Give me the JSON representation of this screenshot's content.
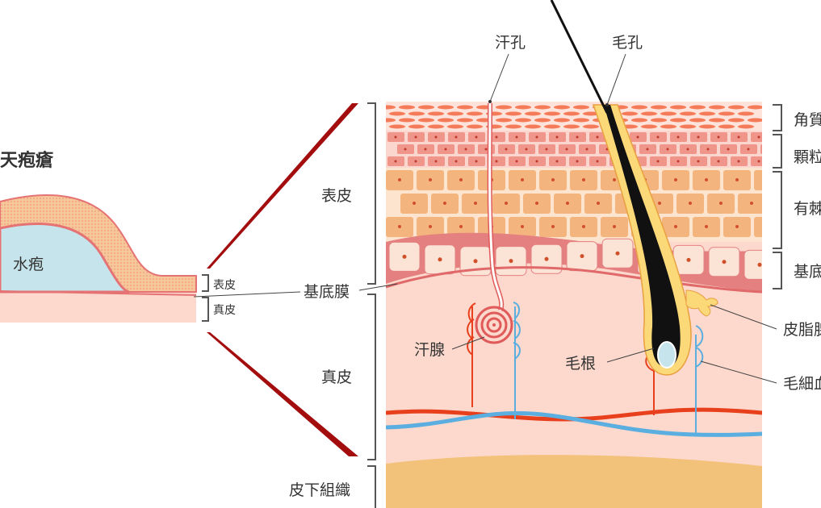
{
  "title": "天疱瘡",
  "overview": {
    "blister_label": "水疱",
    "epidermis_label": "表皮",
    "dermis_label": "真皮"
  },
  "detail": {
    "left_labels": {
      "epidermis": "表皮",
      "basement_membrane": "基底膜",
      "dermis": "真皮",
      "subcutaneous": "皮下組織"
    },
    "top_labels": {
      "sweat_pore": "汗孔",
      "hair_pore": "毛孔"
    },
    "inner_labels": {
      "sweat_gland": "汗腺",
      "hair_root": "毛根"
    },
    "right_labels": {
      "stratum_corneum": "角質",
      "stratum_granulosum": "顆粒",
      "stratum_spinosum": "有棘",
      "stratum_basale": "基底",
      "sebaceous_gland": "皮脂腺",
      "capillary": "毛細血"
    }
  },
  "colors": {
    "wedge": "#a30d0d",
    "corneum": "#f47a5a",
    "granular": "#f0958a",
    "spinous": "#f4b47e",
    "basal": "#e57373",
    "dermis": "#fdd8cc",
    "subcutaneous": "#f3c27a",
    "blister": "#c6e4ec",
    "artery": "#e8401c",
    "vein": "#5aaee0"
  }
}
